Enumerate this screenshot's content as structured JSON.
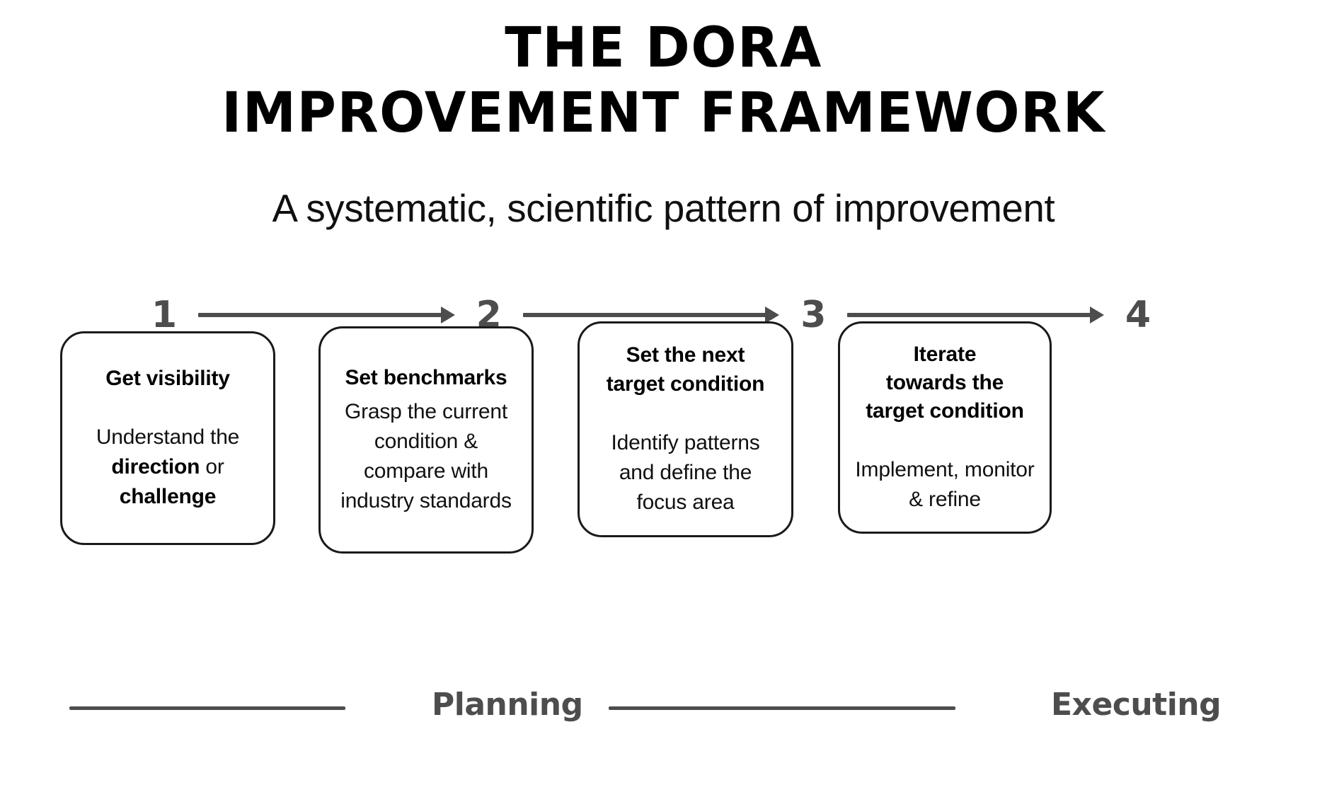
{
  "header": {
    "title_line_1": "THE DORA",
    "title_line_2": "IMPROVEMENT FRAMEWORK",
    "subtitle": "A systematic, scientific pattern of improvement"
  },
  "steps": [
    {
      "number": "1"
    },
    {
      "number": "2"
    },
    {
      "number": "3"
    },
    {
      "number": "4"
    }
  ],
  "cards": [
    {
      "title": "Get visibility",
      "body_pre": "Understand the ",
      "body_bold_1": "direction",
      "body_mid": " or ",
      "body_bold_2": "challenge",
      "body_post": ""
    },
    {
      "title": "Set benchmarks",
      "body": "Grasp the current condition & compare with industry standards"
    },
    {
      "title_line_1": "Set the next",
      "title_line_2": "target condition",
      "body": "Identify patterns and define the focus area"
    },
    {
      "title_line_1": "Iterate",
      "title_line_2": "towards the",
      "title_line_3": "target condition",
      "body": "Implement, monitor & refine"
    }
  ],
  "phases": {
    "planning_label": "Planning",
    "executing_label": "Executing"
  },
  "colors": {
    "ink": "#000000",
    "card_border": "#1a1a1a",
    "accent_gray": "#4d4d4d",
    "background": "#ffffff"
  }
}
